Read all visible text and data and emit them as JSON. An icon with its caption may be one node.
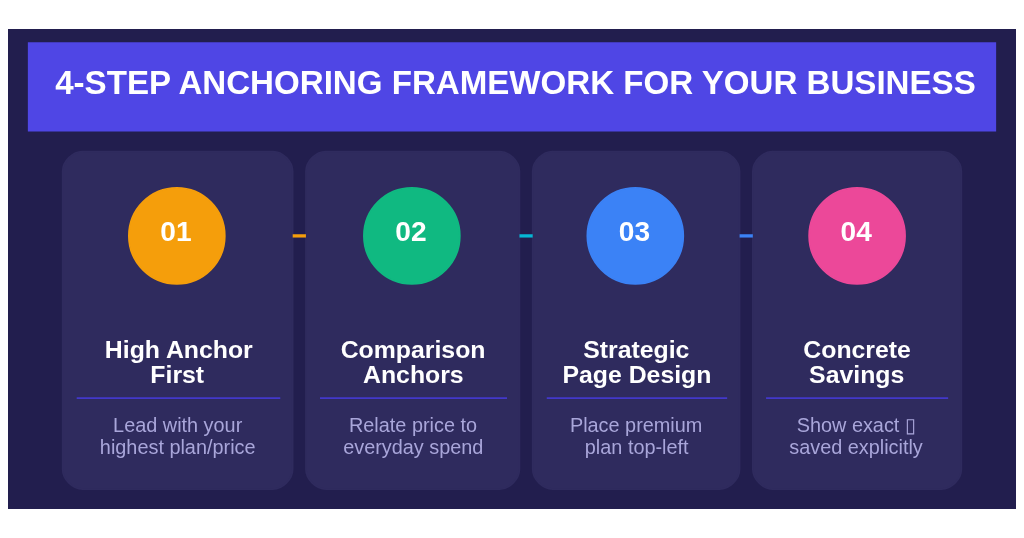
{
  "diagram": {
    "title": "4-STEP ANCHORING FRAMEWORK FOR YOUR BUSINESS",
    "nodes": [
      {
        "text": [
          "High Anchor First",
          "Lead with your highest plan/price"
        ]
      },
      {
        "text": [
          "01"
        ],
        "in": 0
      },
      {
        "text": [
          "Comparison Anchors",
          "Relate price to everyday spend"
        ]
      },
      {
        "text": [
          "02"
        ],
        "in": 2
      },
      {
        "text": [
          "Strategic Page Design",
          "Place premium plan top-left"
        ]
      },
      {
        "text": [
          "03"
        ],
        "in": 4
      },
      {
        "text": [
          "Concrete Savings",
          "Show exact ▯ saved explicitly"
        ]
      },
      {
        "text": [
          "04"
        ],
        "in": 6
      }
    ],
    "edges": [
      {
        "from": 0,
        "to": 2,
        "arrow": "none",
        "color": "#f59e0b"
      },
      {
        "from": 2,
        "to": 4,
        "arrow": "none",
        "color": "#06b6d4"
      },
      {
        "from": 4,
        "to": 6,
        "arrow": "none",
        "color": "#3b82f6"
      }
    ]
  }
}
